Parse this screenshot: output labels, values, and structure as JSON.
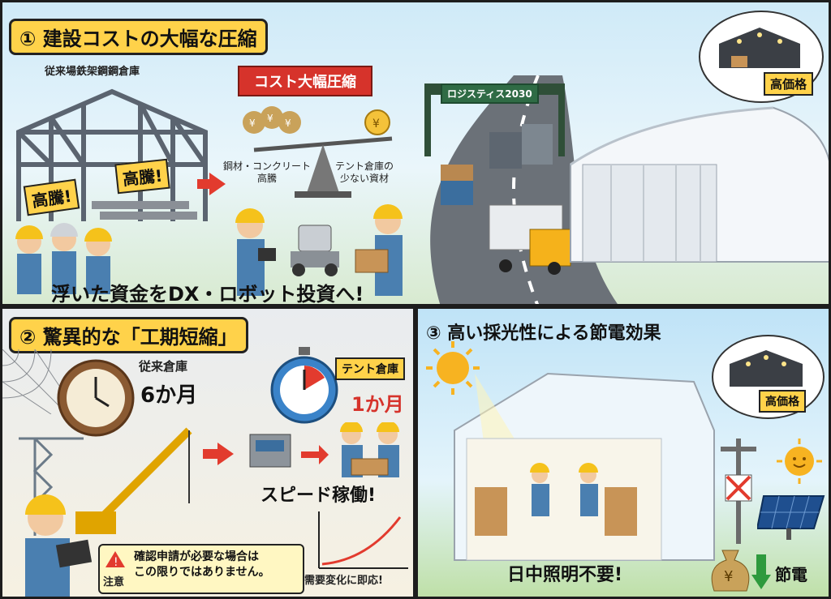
{
  "panel1": {
    "title": "① 建設コストの大幅な圧縮",
    "old_warehouse_label": "従来場鉄架鋼鋼倉庫",
    "price_tags": [
      "高騰!",
      "高騰!"
    ],
    "banner": "コスト大幅圧縮",
    "scale_left": "鋼材・コンクリート\n高騰",
    "scale_right": "テント倉庫の\n少ない資材",
    "gate_sign": "ロジスティス2030",
    "thought_label": "高価格",
    "footer": "浮いた資金をDX・ロボット投資へ!"
  },
  "panel2": {
    "title": "② 驚異的な「工期短縮」",
    "conventional_label": "従来倉庫",
    "conventional_time": "6か月",
    "tent_label": "テント倉庫",
    "tent_time": "1か月",
    "speed_text": "スピード稼働!",
    "demand_text": "需要変化に即応!",
    "caution_label": "注意",
    "caution_text": "確認申請が必要な場合は\nこの限りではありません。"
  },
  "panel3": {
    "title": "③ 高い採光性による節電効果",
    "thought_label": "高価格",
    "daytime_text": "日中照明不要!",
    "saving_text": "節電"
  },
  "colors": {
    "accent_yellow": "#ffd24a",
    "accent_red": "#e23b2e",
    "tent_white": "#f4f7fa"
  }
}
